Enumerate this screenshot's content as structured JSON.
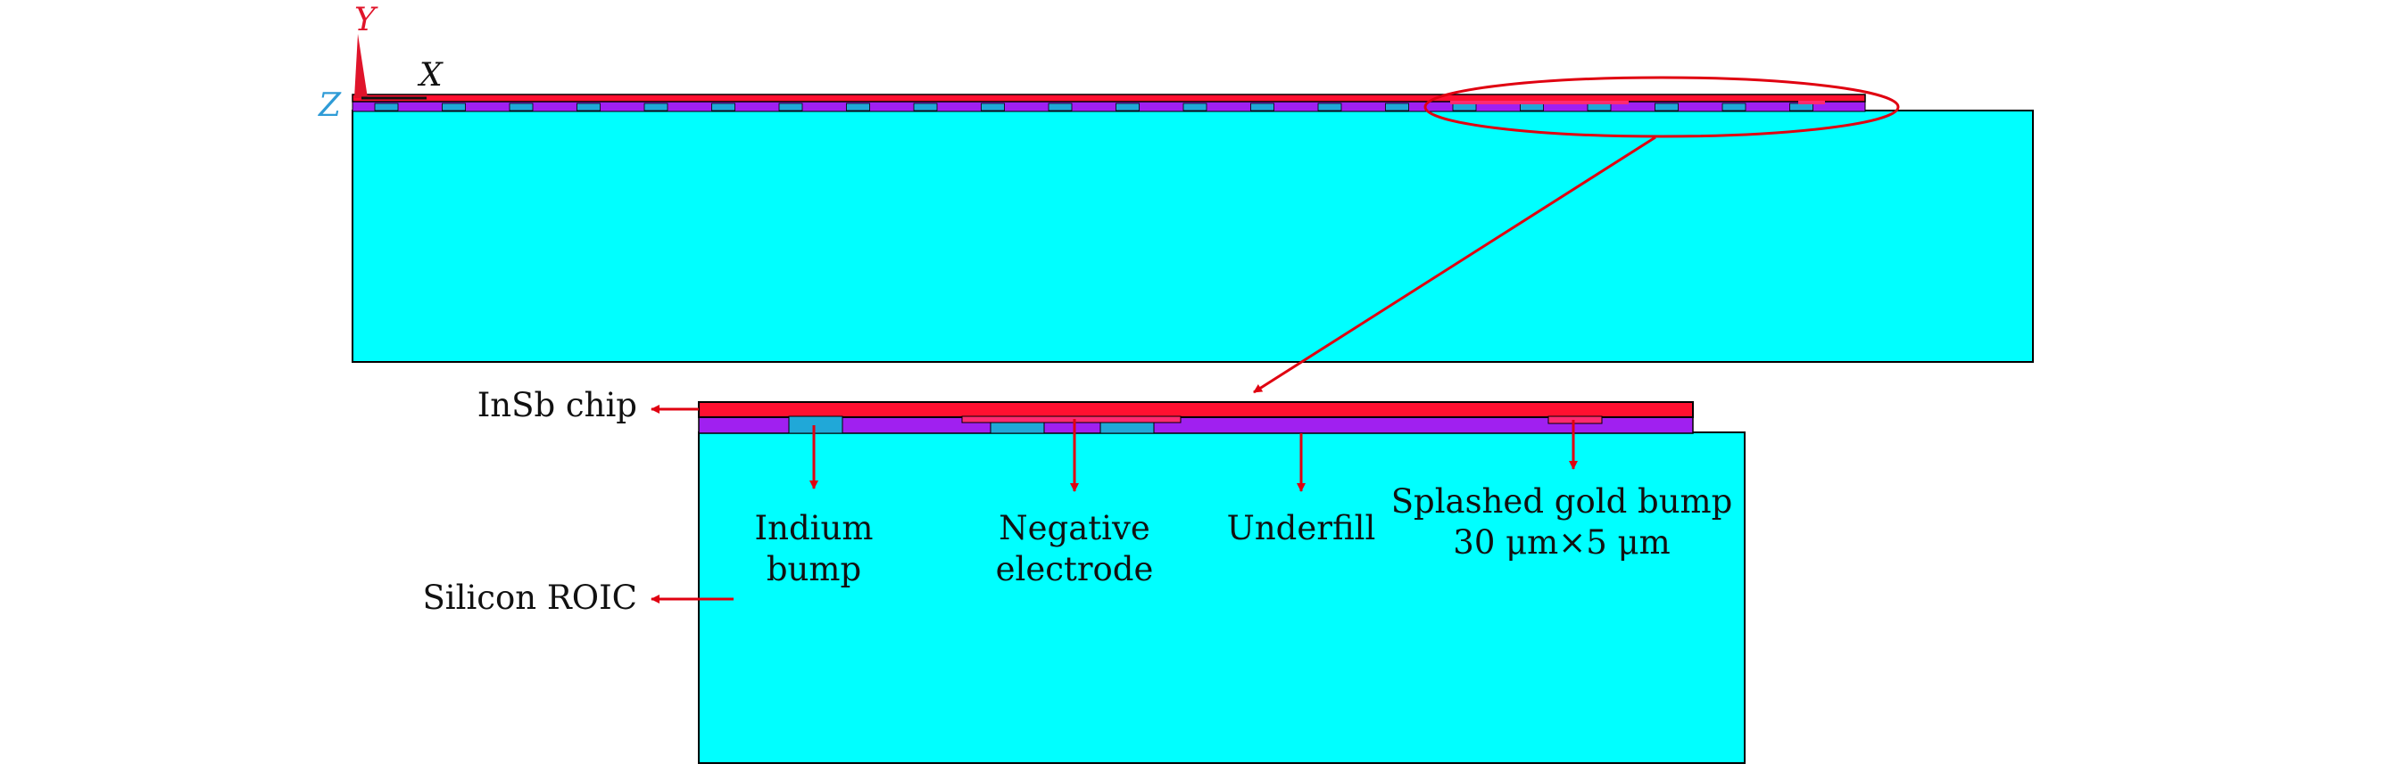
{
  "axes": {
    "y_label": "Y",
    "x_label": "X",
    "z_label": "Z",
    "colors": {
      "y": "#e0142a",
      "x": "#111111",
      "z": "#2e9bd6"
    }
  },
  "colors": {
    "silicon": "#00ffff",
    "chip": "#ff1030",
    "underfill": "#a020f0",
    "indium": "#20a8d8",
    "gold": "#ff2a70",
    "electrode": "#ff2a70",
    "arrow": "#e00010"
  },
  "labels": {
    "insb_chip": "InSb chip",
    "silicon_roic": "Silicon ROIC",
    "indium_bump": [
      "Indium",
      "bump"
    ],
    "negative_electrode": [
      "Negative",
      "electrode"
    ],
    "underfill": "Underfill",
    "gold_bump": [
      "Splashed gold bump",
      "30 μm×5 μm"
    ]
  },
  "structure": {
    "bump_count": 22
  }
}
